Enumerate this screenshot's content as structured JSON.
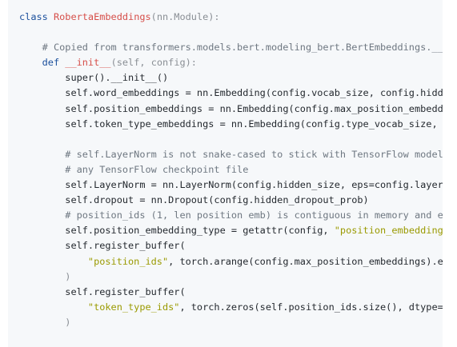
{
  "code": {
    "l1": {
      "kw": "class",
      "name": "RobertaEmbeddings",
      "rest": "(nn.Module):"
    },
    "l3": {
      "comment": "# Copied from transformers.models.bert.modeling_bert.BertEmbeddings.__ir"
    },
    "l4": {
      "kw": "def",
      "name": "__init__",
      "rest": "(self, config):"
    },
    "l5": {
      "text": "super().__init__()"
    },
    "l6": {
      "text": "self.word_embeddings = nn.Embedding(config.vocab_size, config.hidder"
    },
    "l7": {
      "text": "self.position_embeddings = nn.Embedding(config.max_position_embeddir"
    },
    "l8": {
      "text": "self.token_type_embeddings = nn.Embedding(config.type_vocab_size, cc"
    },
    "l10": {
      "comment": "# self.LayerNorm is not snake-cased to stick with TensorFlow model v"
    },
    "l11": {
      "comment": "# any TensorFlow checkpoint file"
    },
    "l12": {
      "text": "self.LayerNorm = nn.LayerNorm(config.hidden_size, eps=config.layer_r"
    },
    "l13": {
      "text": "self.dropout = nn.Dropout(config.hidden_dropout_prob)"
    },
    "l14": {
      "comment": "# position_ids (1, len position emb) is contiguous in memory and exp"
    },
    "l15": {
      "pre": "self.position_embedding_type = getattr(config, ",
      "str": "\"position_embedding_t"
    },
    "l16": {
      "text": "self.register_buffer("
    },
    "l17": {
      "str": "\"position_ids\"",
      "rest": ", torch.arange(config.max_position_embeddings).exp"
    },
    "l18": {
      "text": ")"
    },
    "l19": {
      "text": "self.register_buffer("
    },
    "l20": {
      "str": "\"token_type_ids\"",
      "rest": ", torch.zeros(self.position_ids.size(), dtype=tc"
    },
    "l21": {
      "text": ")"
    }
  }
}
